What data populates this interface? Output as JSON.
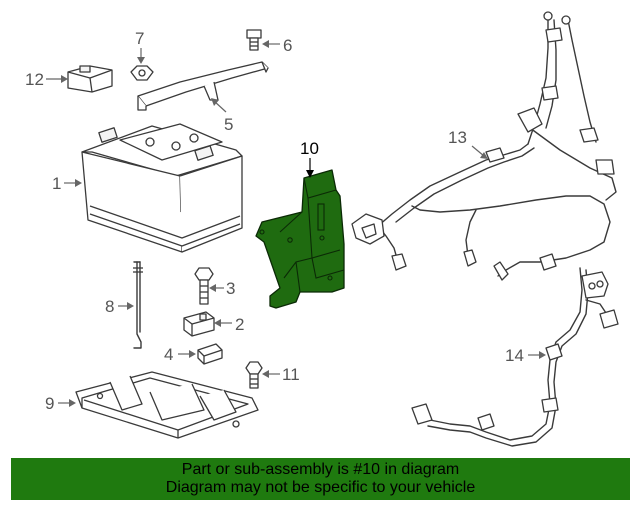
{
  "callouts": {
    "c1": "1",
    "c2": "2",
    "c3": "3",
    "c4": "4",
    "c5": "5",
    "c6": "6",
    "c7": "7",
    "c8": "8",
    "c9": "9",
    "c10": "10",
    "c11": "11",
    "c12": "12",
    "c13": "13",
    "c14": "14"
  },
  "highlight_color": "#1f7a0f",
  "banner": {
    "line1": "Part or sub-assembly is #10 in diagram",
    "line2": "Diagram may not be specific to your vehicle"
  }
}
